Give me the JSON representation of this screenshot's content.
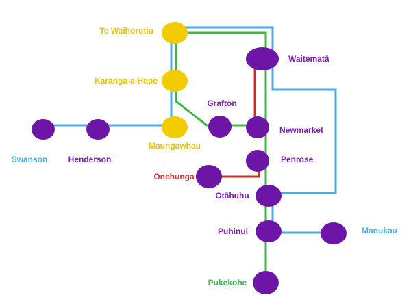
{
  "colors": {
    "western_line": "#4aa9e8",
    "southern_line": "#3cb54a",
    "onehunga_line": "#c8322a",
    "city_station_fill": "#f2cc00",
    "city_station_stroke": "#c9aa00",
    "station_fill": "#6c15a6",
    "label_purple": "#7a1fb0",
    "label_yellow": "#e6c400",
    "label_blue": "#4aa9e8",
    "label_red": "#d0312d",
    "label_green": "#3cb54a"
  },
  "stations": [
    {
      "id": "te-waihorotiu",
      "name": "Te Waihorotiu",
      "type": "city"
    },
    {
      "id": "karanga-a-hape",
      "name": "Karanga-a-Hape",
      "type": "city"
    },
    {
      "id": "maungawhau",
      "name": "Maungawhau",
      "type": "city"
    },
    {
      "id": "waitemata",
      "name": "Waitematā",
      "type": "station"
    },
    {
      "id": "grafton",
      "name": "Grafton",
      "type": "station"
    },
    {
      "id": "newmarket",
      "name": "Newmarket",
      "type": "station"
    },
    {
      "id": "penrose",
      "name": "Penrose",
      "type": "station"
    },
    {
      "id": "onehunga",
      "name": "Onehunga",
      "type": "terminus"
    },
    {
      "id": "otahuhu",
      "name": "Ōtāhuhu",
      "type": "station"
    },
    {
      "id": "puhinui",
      "name": "Puhinui",
      "type": "station"
    },
    {
      "id": "manukau",
      "name": "Manukau",
      "type": "terminus"
    },
    {
      "id": "pukekohe",
      "name": "Pukekohe",
      "type": "terminus"
    },
    {
      "id": "swanson",
      "name": "Swanson",
      "type": "terminus"
    },
    {
      "id": "henderson",
      "name": "Henderson",
      "type": "station"
    }
  ]
}
